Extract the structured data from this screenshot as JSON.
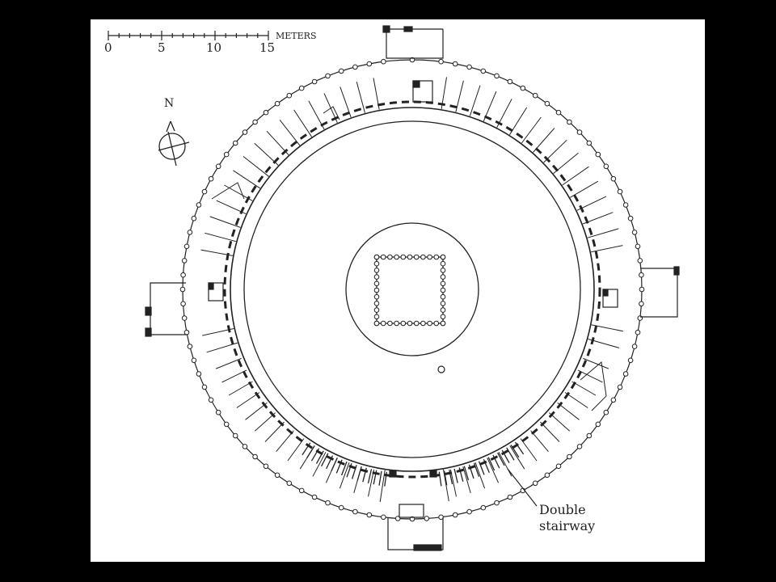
{
  "scale_bar": {
    "unit": "METERS",
    "ticks": [
      "0",
      "5",
      "10",
      "15"
    ]
  },
  "north_arrow": {
    "label": "N"
  },
  "annotation": {
    "line1": "Double",
    "line2": "stairway"
  },
  "colors": {
    "ink": "#222222",
    "paper": "#ffffff",
    "frame": "#000000"
  }
}
